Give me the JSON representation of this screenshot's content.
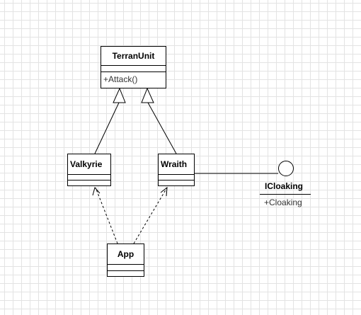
{
  "classes": {
    "terranunit": {
      "name": "TerranUnit",
      "operation": "+Attack()"
    },
    "valkyrie": {
      "name": "Valkyrie"
    },
    "wraith": {
      "name": "Wraith"
    },
    "app": {
      "name": "App"
    }
  },
  "interface": {
    "name": "ICloaking",
    "operation": "+Cloaking"
  }
}
